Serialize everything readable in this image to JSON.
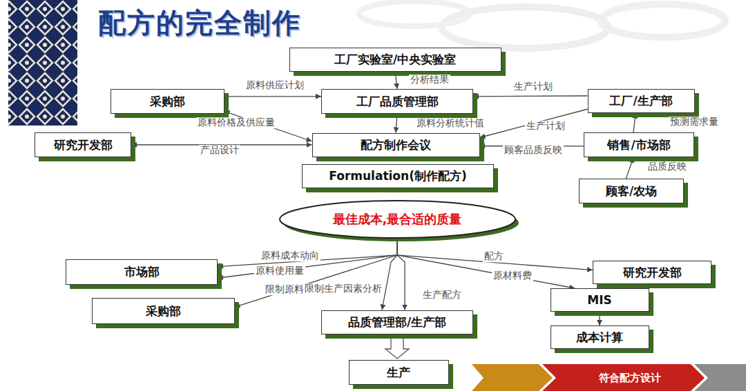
{
  "diagram": {
    "title": "配方的完全制作",
    "nodes": [
      {
        "text": [
          "工厂实验室/中央实验室"
        ]
      },
      {
        "text": [
          "采购部"
        ]
      },
      {
        "text": [
          "工厂品质管理部"
        ]
      },
      {
        "text": [
          "工厂/生产部"
        ]
      },
      {
        "text": [
          "研究开发部"
        ]
      },
      {
        "text": [
          "配方制作会议"
        ]
      },
      {
        "text": [
          "销售/市场部"
        ]
      },
      {
        "text": [
          "Formulation(制作配方)"
        ]
      },
      {
        "text": [
          "顾客/农场"
        ]
      },
      {
        "text": [
          "最佳成本,最合适的质量"
        ]
      },
      {
        "text": [
          "市场部"
        ]
      },
      {
        "text": [
          "研究开发部"
        ]
      },
      {
        "text": [
          "采购部"
        ]
      },
      {
        "text": [
          "MIS"
        ]
      },
      {
        "text": [
          "品质管理部/生产部"
        ]
      },
      {
        "text": [
          "成本计算"
        ]
      },
      {
        "text": [
          "生产"
        ]
      }
    ],
    "edges": [
      {
        "from": 0,
        "to": 2,
        "label": "分析结果",
        "arrow": "to"
      },
      {
        "from": 1,
        "to": 2,
        "label": "原料供应计划",
        "arrow": "to"
      },
      {
        "from": 3,
        "to": 2,
        "label": "生产计划",
        "arrow": "to"
      },
      {
        "from": 2,
        "to": 5,
        "label": "原料分析统计值",
        "arrow": "to"
      },
      {
        "from": 1,
        "to": 5,
        "label": "原料价格及供应量",
        "arrow": "both"
      },
      {
        "from": 4,
        "to": 5,
        "label": "产品设计",
        "arrow": "both"
      },
      {
        "from": 3,
        "to": 5,
        "label": "生产计划",
        "arrow": "to"
      },
      {
        "from": 6,
        "to": 5,
        "label": "顾客品质反映",
        "arrow": "to"
      },
      {
        "from": 6,
        "to": 3,
        "label": "预测需求量",
        "arrow": "to"
      },
      {
        "from": 8,
        "to": 6,
        "label": "品质反映",
        "arrow": "to"
      },
      {
        "from": 9,
        "to": 10,
        "label": "原料成本动向",
        "arrow": "to"
      },
      {
        "from": 9,
        "to": 10,
        "label": "原料使用量",
        "arrow": "to"
      },
      {
        "from": 9,
        "to": 12,
        "label": "限制原料因素分析",
        "arrow": "to"
      },
      {
        "from": 9,
        "to": 14,
        "label": "限制生产因素分析",
        "arrow": "to"
      },
      {
        "from": 9,
        "to": 14,
        "label": "生产配方",
        "arrow": "to"
      },
      {
        "from": 9,
        "to": 11,
        "label": "配方",
        "arrow": "to"
      },
      {
        "from": 9,
        "to": 13,
        "label": "原材料费",
        "arrow": "to"
      },
      {
        "from": 13,
        "to": 15,
        "arrow": "to"
      },
      {
        "from": 14,
        "to": 16,
        "arrow": "to"
      }
    ],
    "labels": [
      "符合配方设计"
    ]
  }
}
